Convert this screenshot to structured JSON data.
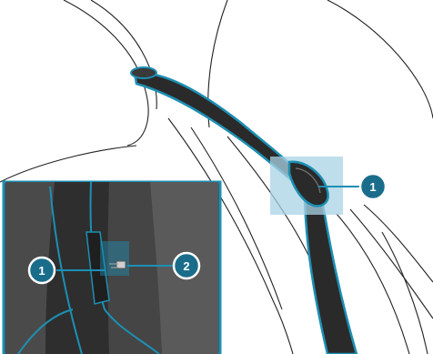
{
  "colors": {
    "accent": "#1d8fb3",
    "highlight_box": "#a9d3e6",
    "belt": "#2a2a2a",
    "line_art": "#222222",
    "inset_bg": "#3a3a3a",
    "callout_fill": "#1a6d8a"
  },
  "callouts": {
    "main": {
      "label": "1"
    },
    "inset_left": {
      "label": "1"
    },
    "inset_right": {
      "label": "2"
    }
  }
}
